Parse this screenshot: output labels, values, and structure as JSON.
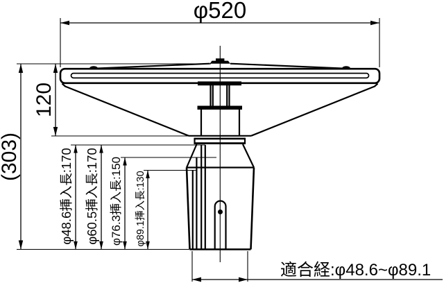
{
  "background": "#ffffff",
  "line_color": "#000000",
  "dimensions": {
    "top_diameter": {
      "label": "φ520"
    },
    "overall_height": {
      "label": "(303)"
    },
    "head_height": {
      "label": "120"
    },
    "insertion_lengths": [
      {
        "label": "φ48.6挿入長:170"
      },
      {
        "label": "φ60.5挿入長:170"
      },
      {
        "label": "φ76.3挿入長:150"
      },
      {
        "label": "φ89.1挿入長:130"
      }
    ],
    "compatible_diameter_range": {
      "label": "適合経:φ48.6~φ89.1"
    }
  }
}
